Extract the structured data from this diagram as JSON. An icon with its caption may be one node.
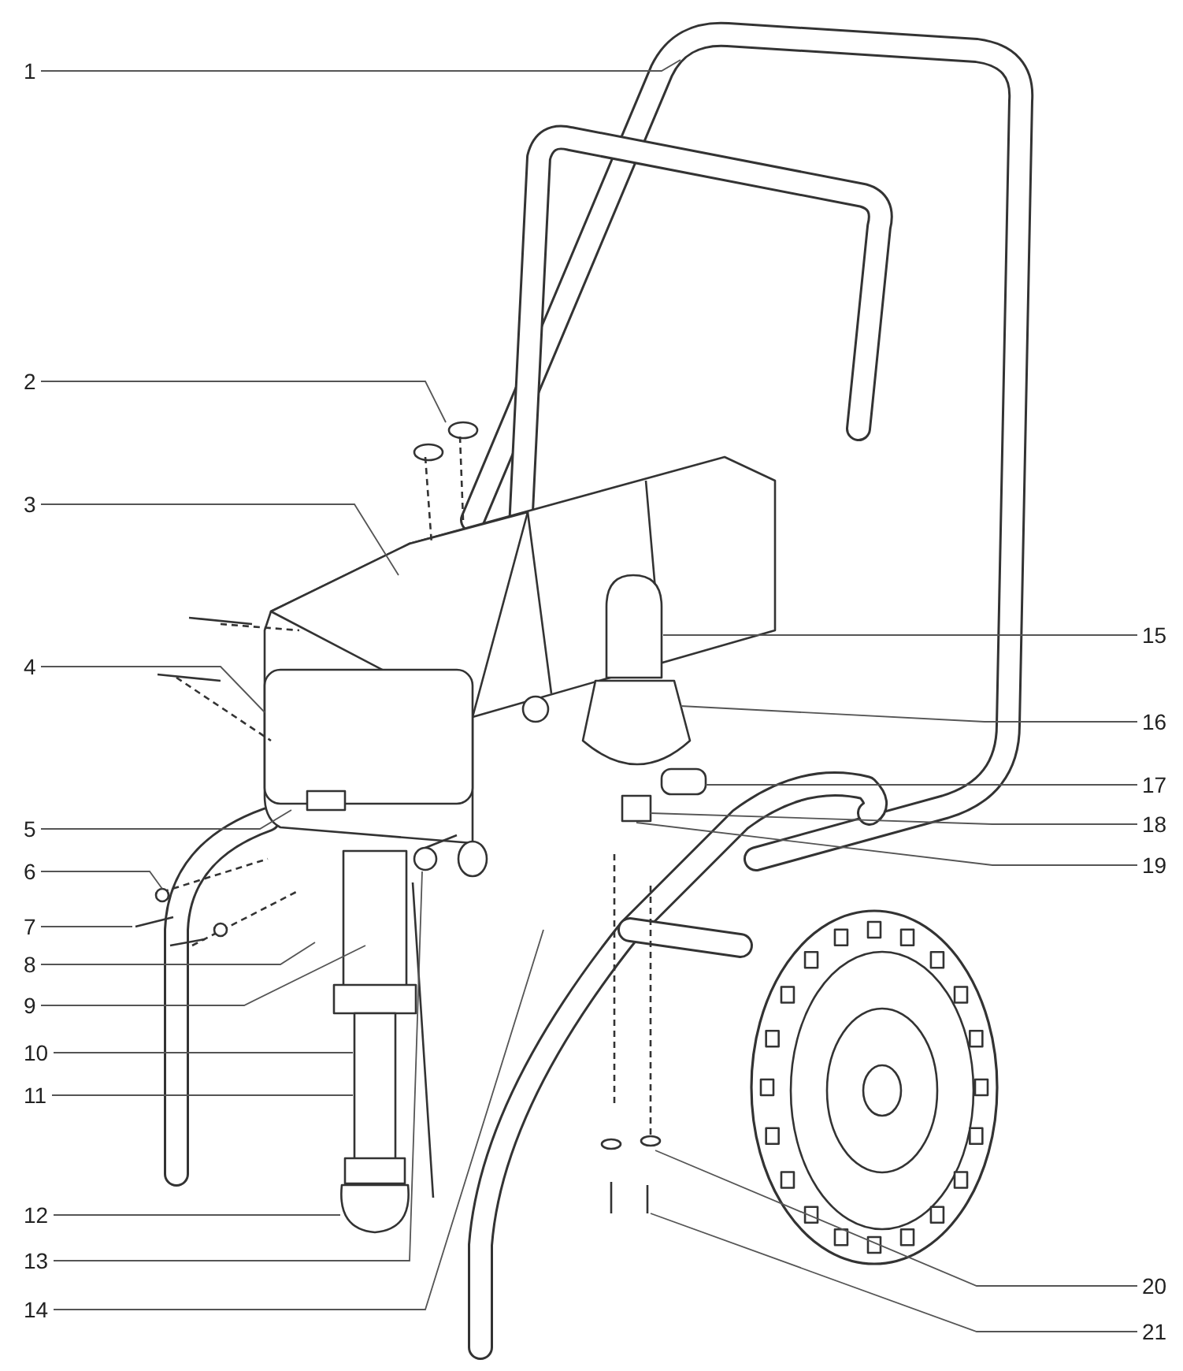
{
  "diagram": {
    "nodes": [
      {
        "text": [
          "1"
        ]
      },
      {
        "text": [
          "2"
        ]
      },
      {
        "text": [
          "3"
        ]
      },
      {
        "text": [
          "4"
        ]
      },
      {
        "text": [
          "5"
        ]
      },
      {
        "text": [
          "6"
        ]
      },
      {
        "text": [
          "7"
        ]
      },
      {
        "text": [
          "8"
        ]
      },
      {
        "text": [
          "9"
        ]
      },
      {
        "text": [
          "10"
        ]
      },
      {
        "text": [
          "11"
        ]
      },
      {
        "text": [
          "12"
        ]
      },
      {
        "text": [
          "13"
        ]
      },
      {
        "text": [
          "14"
        ]
      },
      {
        "text": [
          "15"
        ]
      },
      {
        "text": [
          "16"
        ]
      },
      {
        "text": [
          "17"
        ]
      },
      {
        "text": [
          "18"
        ]
      },
      {
        "text": [
          "19"
        ]
      },
      {
        "text": [
          "20"
        ]
      },
      {
        "text": [
          "21"
        ]
      }
    ],
    "edges": [
      {
        "from": 0,
        "to": null,
        "arrow": "none"
      },
      {
        "from": 1,
        "to": null,
        "arrow": "none"
      },
      {
        "from": 2,
        "to": null,
        "arrow": "none"
      },
      {
        "from": 3,
        "to": null,
        "arrow": "none"
      },
      {
        "from": 4,
        "to": null,
        "arrow": "none"
      },
      {
        "from": 5,
        "to": null,
        "arrow": "none"
      },
      {
        "from": 6,
        "to": null,
        "arrow": "none"
      },
      {
        "from": 7,
        "to": null,
        "arrow": "none"
      },
      {
        "from": 8,
        "to": null,
        "arrow": "none"
      },
      {
        "from": 9,
        "to": null,
        "arrow": "none"
      },
      {
        "from": 10,
        "to": null,
        "arrow": "none"
      },
      {
        "from": 11,
        "to": null,
        "arrow": "none"
      },
      {
        "from": 12,
        "to": null,
        "arrow": "none"
      },
      {
        "from": 13,
        "to": null,
        "arrow": "none"
      },
      {
        "from": 14,
        "to": null,
        "arrow": "none"
      },
      {
        "from": 15,
        "to": null,
        "arrow": "none"
      },
      {
        "from": 16,
        "to": null,
        "arrow": "none"
      },
      {
        "from": 17,
        "to": null,
        "arrow": "none"
      },
      {
        "from": 18,
        "to": null,
        "arrow": "none"
      },
      {
        "from": 19,
        "to": null,
        "arrow": "none"
      },
      {
        "from": 20,
        "to": null,
        "arrow": "none"
      }
    ]
  }
}
